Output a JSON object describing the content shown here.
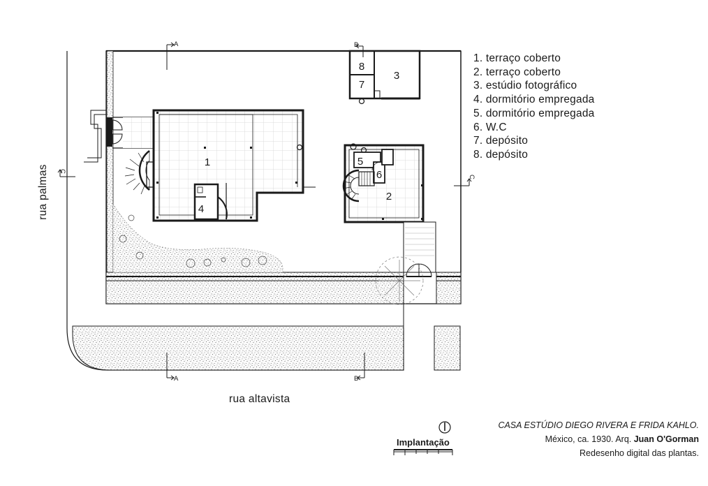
{
  "legend": [
    "1. terraço coberto",
    "2. terraço coberto",
    "3. estúdio fotográfico",
    "4. dormitório empregada",
    "5. dormitório empregada",
    "6. W.C",
    "7. depósito",
    "8. depósito"
  ],
  "rooms": [
    "1",
    "2",
    "3",
    "4",
    "5",
    "6",
    "7",
    "8"
  ],
  "sections": {
    "a": "A",
    "b": "B",
    "c": "C"
  },
  "streets": {
    "palmas": "rua palmas",
    "altavista": "rua altavista"
  },
  "credits": {
    "title": "CASA ESTÚDIO DIEGO RIVERA E FRIDA KAHLO.",
    "line2_prefix": "México, ca. 1930. Arq. ",
    "architect": "Juan O'Gorman",
    "line3": "Redesenho digital das plantas."
  },
  "scale_label": "Implantação",
  "colors": {
    "ink": "#1a1a1a",
    "hatch_dot": "#555555",
    "grid": "#d4d4d4"
  }
}
